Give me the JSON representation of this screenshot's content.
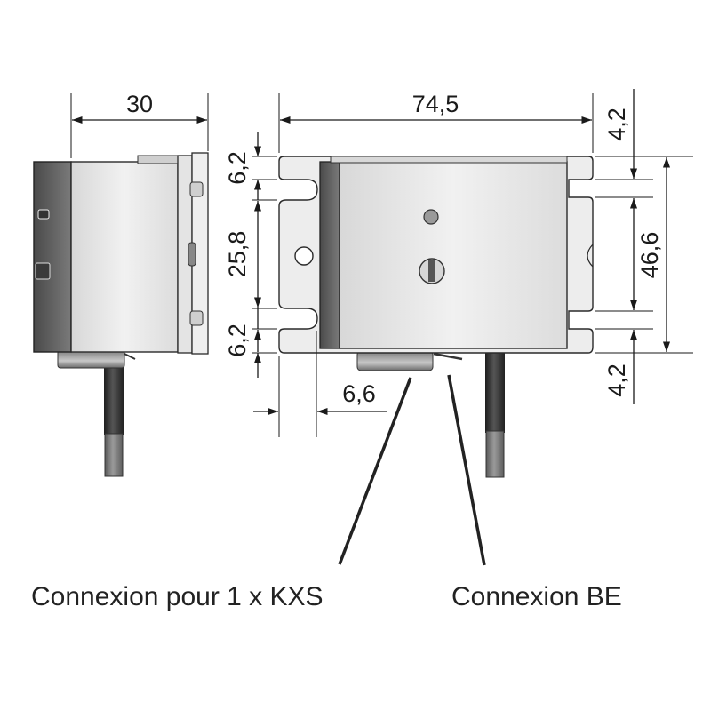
{
  "dimensions": {
    "side_width": "30",
    "total_width": "74,5",
    "slot_top": "6,2",
    "slot_spacing": "25,8",
    "slot_bottom": "6,2",
    "tab_offset": "6,6",
    "margin_top": "4,2",
    "height": "46,6",
    "margin_bottom": "4,2"
  },
  "callouts": {
    "kxs": "Connexion pour 1 x KXS",
    "be": "Connexion BE"
  }
}
